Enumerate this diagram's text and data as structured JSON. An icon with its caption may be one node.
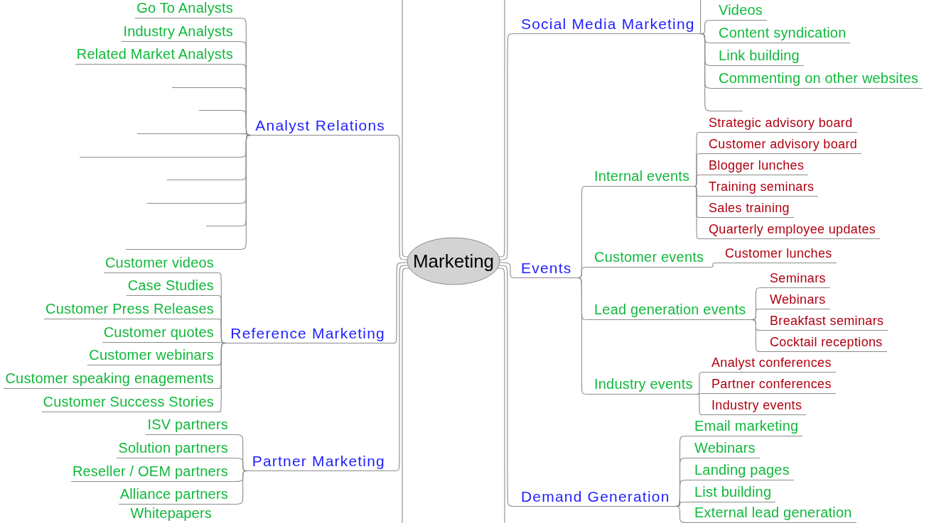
{
  "diagram": {
    "nodes": [
      {
        "text": [
          "Marketing"
        ]
      },
      {
        "text": [
          "Analyst Relations"
        ]
      },
      {
        "text": [
          "Go To Analysts"
        ]
      },
      {
        "text": [
          "Industry Analysts"
        ]
      },
      {
        "text": [
          "Related Market Analysts"
        ]
      },
      {
        "text": [],
        "shape": "line"
      },
      {
        "text": [],
        "shape": "line"
      },
      {
        "text": [],
        "shape": "line"
      },
      {
        "text": [],
        "shape": "line"
      },
      {
        "text": [],
        "shape": "line"
      },
      {
        "text": [],
        "shape": "line"
      },
      {
        "text": [],
        "shape": "line"
      },
      {
        "text": [],
        "shape": "line"
      },
      {
        "text": [
          "Reference Marketing"
        ]
      },
      {
        "text": [
          "Customer videos"
        ]
      },
      {
        "text": [
          "Case Studies"
        ]
      },
      {
        "text": [
          "Customer Press Releases"
        ]
      },
      {
        "text": [
          "Customer quotes"
        ]
      },
      {
        "text": [
          "Customer webinars"
        ]
      },
      {
        "text": [
          "Customer speaking enagements"
        ]
      },
      {
        "text": [
          "Customer Success Stories"
        ]
      },
      {
        "text": [
          "Partner Marketing"
        ]
      },
      {
        "text": [
          "ISV partners"
        ]
      },
      {
        "text": [
          "Solution partners"
        ]
      },
      {
        "text": [
          "Reseller / OEM partners"
        ]
      },
      {
        "text": [
          "Alliance partners"
        ]
      },
      {
        "text": [
          "Whitepapers"
        ]
      },
      {
        "text": [
          "Social Media Marketing"
        ]
      },
      {
        "text": [
          "Videos"
        ]
      },
      {
        "text": [
          "Content syndication"
        ]
      },
      {
        "text": [
          "Link building"
        ]
      },
      {
        "text": [
          "Commenting on other websites"
        ]
      },
      {
        "text": [],
        "shape": "line"
      },
      {
        "text": [
          "Events"
        ]
      },
      {
        "text": [
          "Internal events"
        ]
      },
      {
        "text": [
          "Strategic advisory board"
        ]
      },
      {
        "text": [
          "Customer advisory board"
        ]
      },
      {
        "text": [
          "Blogger lunches"
        ]
      },
      {
        "text": [
          "Training seminars"
        ]
      },
      {
        "text": [
          "Sales training"
        ]
      },
      {
        "text": [
          "Quarterly employee updates"
        ]
      },
      {
        "text": [
          "Customer events"
        ]
      },
      {
        "text": [
          "Customer lunches"
        ]
      },
      {
        "text": [
          "Lead generation events"
        ]
      },
      {
        "text": [
          "Seminars"
        ]
      },
      {
        "text": [
          "Webinars"
        ]
      },
      {
        "text": [
          "Breakfast seminars"
        ]
      },
      {
        "text": [
          "Cocktail receptions"
        ]
      },
      {
        "text": [
          "Industry events"
        ]
      },
      {
        "text": [
          "Analyst conferences"
        ]
      },
      {
        "text": [
          "Partner conferences"
        ]
      },
      {
        "text": [
          "Industry events"
        ]
      },
      {
        "text": [
          "Demand Generation"
        ]
      },
      {
        "text": [
          "Email marketing"
        ]
      },
      {
        "text": [
          "Webinars"
        ]
      },
      {
        "text": [
          "Landing pages"
        ]
      },
      {
        "text": [
          "List building"
        ]
      },
      {
        "text": [
          "External lead generation"
        ]
      }
    ],
    "edges": [
      {
        "from": 0,
        "to": 1,
        "arrow": "none"
      },
      {
        "from": 0,
        "to": 13,
        "arrow": "none"
      },
      {
        "from": 0,
        "to": 21,
        "arrow": "none"
      },
      {
        "from": 0,
        "to": 27,
        "arrow": "none"
      },
      {
        "from": 0,
        "to": 33,
        "arrow": "none"
      },
      {
        "from": 0,
        "to": 52,
        "arrow": "none"
      },
      {
        "from": 0,
        "to": null,
        "arrow": "none"
      },
      {
        "from": 0,
        "to": null,
        "arrow": "none"
      },
      {
        "from": 0,
        "to": null,
        "arrow": "none"
      },
      {
        "from": 0,
        "to": null,
        "arrow": "none"
      },
      {
        "from": 1,
        "to": 2,
        "arrow": "none"
      },
      {
        "from": 1,
        "to": 3,
        "arrow": "none"
      },
      {
        "from": 1,
        "to": 4,
        "arrow": "none"
      },
      {
        "from": 1,
        "to": 5,
        "arrow": "none"
      },
      {
        "from": 1,
        "to": 6,
        "arrow": "none"
      },
      {
        "from": 1,
        "to": 7,
        "arrow": "none"
      },
      {
        "from": 1,
        "to": 8,
        "arrow": "none"
      },
      {
        "from": 1,
        "to": 9,
        "arrow": "none"
      },
      {
        "from": 1,
        "to": 10,
        "arrow": "none"
      },
      {
        "from": 1,
        "to": 11,
        "arrow": "none"
      },
      {
        "from": 1,
        "to": 12,
        "arrow": "none"
      },
      {
        "from": 13,
        "to": 14,
        "arrow": "none"
      },
      {
        "from": 13,
        "to": 15,
        "arrow": "none"
      },
      {
        "from": 13,
        "to": 16,
        "arrow": "none"
      },
      {
        "from": 13,
        "to": 17,
        "arrow": "none"
      },
      {
        "from": 13,
        "to": 18,
        "arrow": "none"
      },
      {
        "from": 13,
        "to": 19,
        "arrow": "none"
      },
      {
        "from": 13,
        "to": 20,
        "arrow": "none"
      },
      {
        "from": 21,
        "to": 22,
        "arrow": "none"
      },
      {
        "from": 21,
        "to": 23,
        "arrow": "none"
      },
      {
        "from": 21,
        "to": 24,
        "arrow": "none"
      },
      {
        "from": 21,
        "to": 25,
        "arrow": "none"
      },
      {
        "from": 27,
        "to": 28,
        "arrow": "none"
      },
      {
        "from": 27,
        "to": 29,
        "arrow": "none"
      },
      {
        "from": 27,
        "to": 30,
        "arrow": "none"
      },
      {
        "from": 27,
        "to": 31,
        "arrow": "none"
      },
      {
        "from": 27,
        "to": 32,
        "arrow": "none"
      },
      {
        "from": 27,
        "to": null,
        "arrow": "none"
      },
      {
        "from": 33,
        "to": 34,
        "arrow": "none"
      },
      {
        "from": 33,
        "to": 41,
        "arrow": "none"
      },
      {
        "from": 33,
        "to": 43,
        "arrow": "none"
      },
      {
        "from": 33,
        "to": 48,
        "arrow": "none"
      },
      {
        "from": 34,
        "to": 35,
        "arrow": "none"
      },
      {
        "from": 34,
        "to": 36,
        "arrow": "none"
      },
      {
        "from": 34,
        "to": 37,
        "arrow": "none"
      },
      {
        "from": 34,
        "to": 38,
        "arrow": "none"
      },
      {
        "from": 34,
        "to": 39,
        "arrow": "none"
      },
      {
        "from": 34,
        "to": 40,
        "arrow": "none"
      },
      {
        "from": 41,
        "to": 42,
        "arrow": "none"
      },
      {
        "from": 43,
        "to": 44,
        "arrow": "none"
      },
      {
        "from": 43,
        "to": 45,
        "arrow": "none"
      },
      {
        "from": 43,
        "to": 46,
        "arrow": "none"
      },
      {
        "from": 43,
        "to": 47,
        "arrow": "none"
      },
      {
        "from": 48,
        "to": 49,
        "arrow": "none"
      },
      {
        "from": 48,
        "to": 50,
        "arrow": "none"
      },
      {
        "from": 48,
        "to": 51,
        "arrow": "none"
      },
      {
        "from": 52,
        "to": 53,
        "arrow": "none"
      },
      {
        "from": 52,
        "to": 54,
        "arrow": "none"
      },
      {
        "from": 52,
        "to": 55,
        "arrow": "none"
      },
      {
        "from": 52,
        "to": 56,
        "arrow": "none"
      },
      {
        "from": 52,
        "to": 57,
        "arrow": "none"
      }
    ]
  }
}
